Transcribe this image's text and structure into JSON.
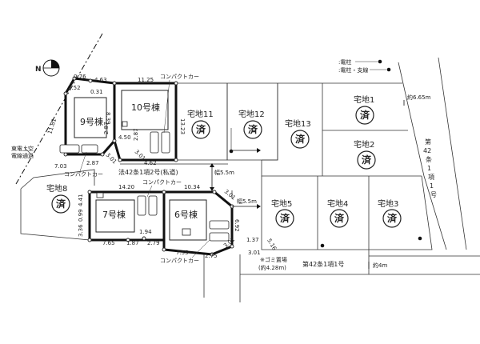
{
  "north_label": "N",
  "legend": {
    "pole": ":電柱",
    "pole_wire": ":電柱・支線"
  },
  "sold_mark": "済",
  "lots": {
    "lot1": "宅地1",
    "lot2": "宅地2",
    "lot3": "宅地3",
    "lot4": "宅地4",
    "lot5": "宅地5",
    "lot8": "宅地8",
    "lot11": "宅地11",
    "lot12": "宅地12",
    "lot13": "宅地13"
  },
  "buildings": {
    "b6": "6号棟",
    "b7": "7号棟",
    "b9": "9号棟",
    "b10": "10号棟"
  },
  "compact_car": "コンパクトカー",
  "roads": {
    "private_road": "法42条1項2号(私道)",
    "width_5_5_a": "幅5.5m",
    "width_5_5_b": "幅5.5m",
    "width_6_65": "約6.65m",
    "east_road": [
      "第",
      "42",
      "条",
      "1",
      "項",
      "1",
      "号"
    ],
    "south_road": "第42条1項1号",
    "width_4": "約4m"
  },
  "overhead_line": [
    "東電上空",
    "電線通過"
  ],
  "garbage": [
    "※ゴミ置場",
    "(約4.28m)"
  ],
  "dims": {
    "d0_76": "0.76",
    "d4_63": "4.63",
    "d11_25": "11.25",
    "d3_52": "3.52",
    "d0_31": "0.31",
    "d8_39": "8.39",
    "d11_81": "11.81",
    "d13_23": "13.23",
    "d2_87_a": "2.87",
    "d4_50": "4.50",
    "d2_87_b": "2.87",
    "d2_87_c": "2.87",
    "d3_01_a": "3.01",
    "d3_01_b": "3.01",
    "d7_03": "7.03",
    "d4_62": "4.62",
    "d14_20": "14.20",
    "d10_34": "10.34",
    "d3_01_c": "3.01",
    "d4_41": "4.41",
    "d0_99": "0.99",
    "d3_36": "3.36",
    "d6_92": "6.92",
    "d1_94": "1.94",
    "d7_65": "7.65",
    "d1_87": "1.87",
    "d2_79": "2.79",
    "d7_55": "7.55",
    "d2_75": "2.75",
    "d3_01_d": "3.01",
    "d1_37": "1.37",
    "d5_16": "5.16",
    "d3_01_e": "3.01"
  }
}
